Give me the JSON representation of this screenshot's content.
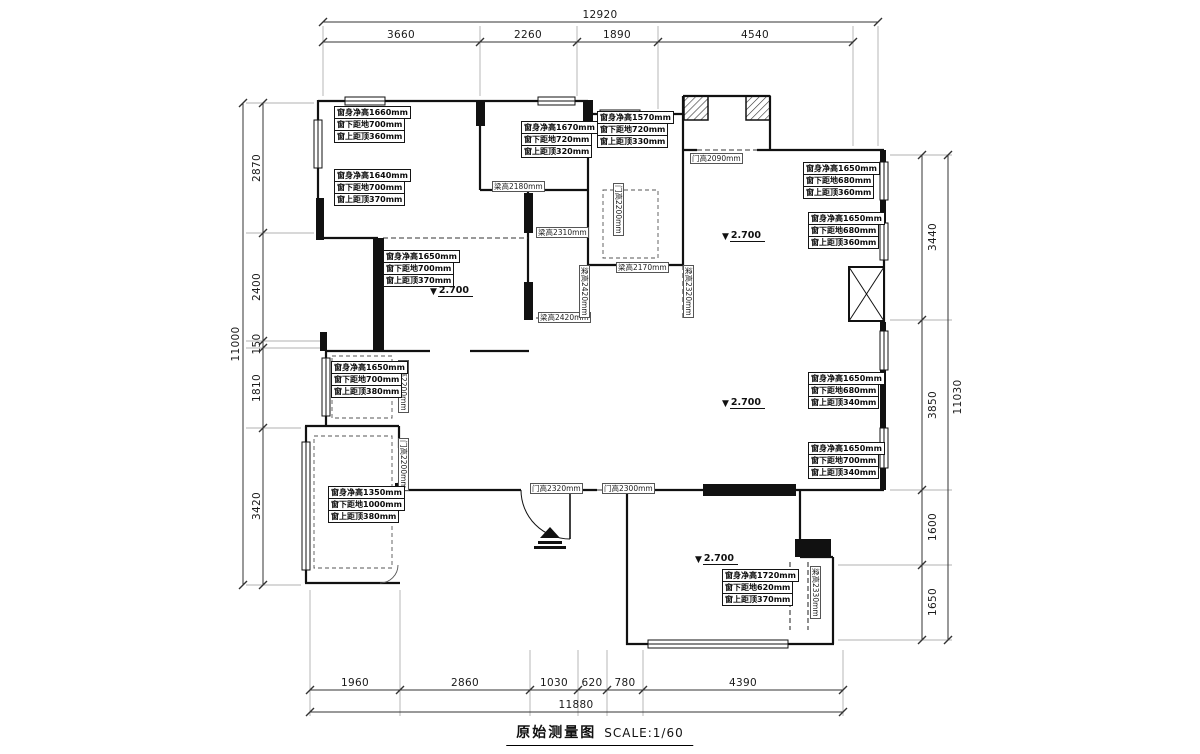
{
  "title": {
    "text": "原始测量图",
    "scale": "SCALE:1/60"
  },
  "dims": {
    "top_total": "12920",
    "top_segments": [
      "3660",
      "2260",
      "1890",
      "4540"
    ],
    "left_total": "11000",
    "left_segments": [
      "2870",
      "2400",
      "150",
      "1810",
      "3420"
    ],
    "right_total": "11030",
    "right_segments": [
      "3440",
      "3850",
      "1600",
      "1650"
    ],
    "bottom_total": "11880",
    "bottom_segments": [
      "1960",
      "2860",
      "1030",
      "620",
      "780",
      "4390"
    ]
  },
  "window_labels": [
    {
      "l1": "窗身净高1660mm",
      "l2": "窗下距地700mm",
      "l3": "窗上距顶360mm"
    },
    {
      "l1": "窗身净高1640mm",
      "l2": "窗下距地700mm",
      "l3": "窗上距顶370mm"
    },
    {
      "l1": "窗身净高1670mm",
      "l2": "窗下距地720mm",
      "l3": "窗上距顶320mm"
    },
    {
      "l1": "窗身净高1570mm",
      "l2": "窗下距地720mm",
      "l3": "窗上距顶330mm"
    },
    {
      "l1": "窗身净高1650mm",
      "l2": "窗下距地680mm",
      "l3": "窗上距顶360mm"
    },
    {
      "l1": "窗身净高1650mm",
      "l2": "窗下距地680mm",
      "l3": "窗上距顶360mm"
    },
    {
      "l1": "窗身净高1650mm",
      "l2": "窗下距地700mm",
      "l3": "窗上距顶370mm"
    },
    {
      "l1": "窗身净高1650mm",
      "l2": "窗下距地700mm",
      "l3": "窗上距顶380mm"
    },
    {
      "l1": "窗身净高1650mm",
      "l2": "窗下距地680mm",
      "l3": "窗上距顶340mm"
    },
    {
      "l1": "窗身净高1650mm",
      "l2": "窗下距地700mm",
      "l3": "窗上距顶340mm"
    },
    {
      "l1": "窗身净高1350mm",
      "l2": "窗下距地1000mm",
      "l3": "窗上距顶380mm"
    },
    {
      "l1": "窗身净高1720mm",
      "l2": "窗下距地620mm",
      "l3": "窗上距顶370mm"
    }
  ],
  "annotations": [
    "梁高2180mm",
    "门高2090mm",
    "门高2200mm",
    "梁高2310mm",
    "梁高2170mm",
    "梁高2320mm",
    "梁高2420mm",
    "梁高2420mm",
    "梁高2200mm",
    "门高2200mm",
    "门高2320mm",
    "门高2300mm",
    "梁高2330mm"
  ],
  "levels": [
    "2.700",
    "2.700",
    "2.700",
    "2.700"
  ],
  "colors": {
    "wall": "#111111",
    "dim": "#333333",
    "background": "#ffffff"
  }
}
